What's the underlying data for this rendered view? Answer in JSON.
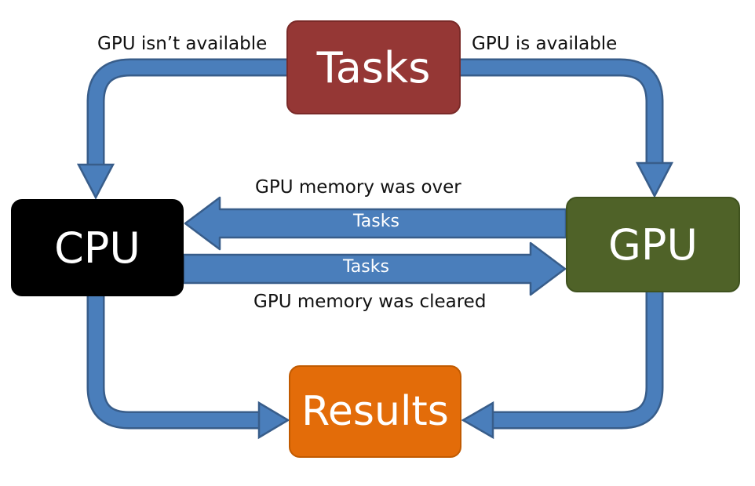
{
  "nodes": {
    "tasks": {
      "label": "Tasks",
      "color": "#953735"
    },
    "cpu": {
      "label": "CPU",
      "color": "#000000"
    },
    "gpu": {
      "label": "GPU",
      "color": "#4f6228"
    },
    "results": {
      "label": "Results",
      "color": "#e36c09"
    }
  },
  "arrow_color": "#4a7ebb",
  "edges": {
    "gpu_unavailable": "GPU isn’t available",
    "gpu_available": "GPU is available",
    "memory_over": "GPU memory was over",
    "memory_over_payload": "Tasks",
    "memory_cleared": "GPU memory was cleared",
    "memory_cleared_payload": "Tasks"
  }
}
